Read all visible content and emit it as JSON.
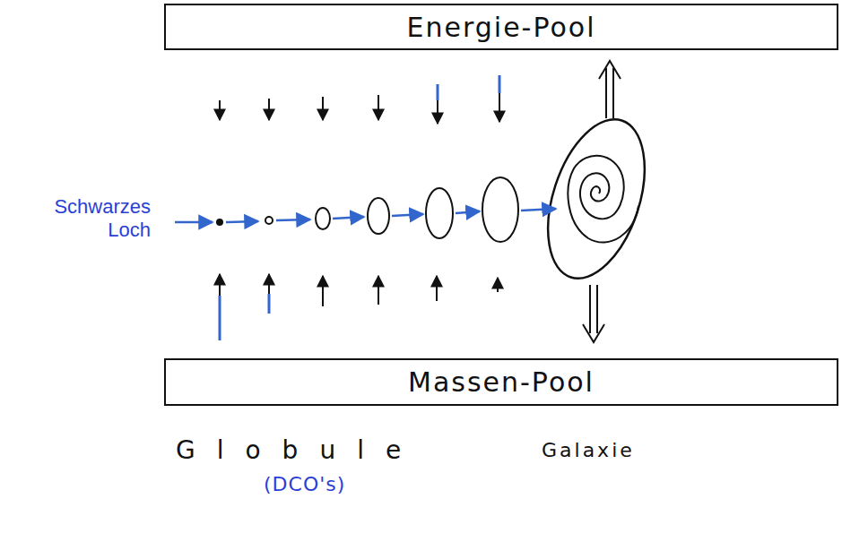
{
  "diagram": {
    "nodes": [
      {
        "text": [
          "Energie-Pool"
        ]
      },
      {
        "text": [
          "Massen-Pool"
        ]
      }
    ],
    "labels": [
      "Schwarzes Loch",
      "Globule",
      "Galaxie",
      "(DCO's)"
    ]
  }
}
